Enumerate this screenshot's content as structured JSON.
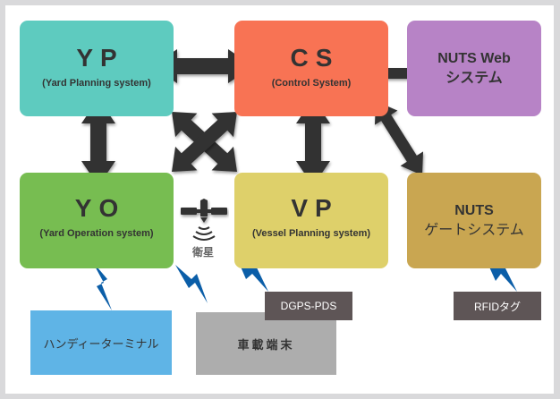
{
  "boxes": {
    "yp": {
      "title": "YP",
      "subtitle": "(Yard Planning system)",
      "color": "#5ecbbf"
    },
    "cs": {
      "title": "CS",
      "subtitle": "(Control System)",
      "color": "#f87354"
    },
    "web": {
      "line1": "NUTS Web",
      "line2": "システム",
      "color": "#b783c6"
    },
    "yo": {
      "title": "YO",
      "subtitle": "(Yard Operation system)",
      "color": "#77bd51"
    },
    "vp": {
      "title": "VP",
      "subtitle": "(Vessel Planning system)",
      "color": "#ded06a"
    },
    "gate": {
      "line1": "NUTS",
      "line2": "ゲートシステム",
      "color": "#c9a651"
    }
  },
  "devices": {
    "handy": {
      "label": "ハンディーターミナル",
      "color": "#5fb4e6"
    },
    "car": {
      "label": "車載端末",
      "color": "#adadad"
    }
  },
  "tags": {
    "dgps": "DGPS-PDS",
    "rfid": "RFIDタグ"
  },
  "satellite": {
    "label": "衛星",
    "icon": "satellite-icon"
  },
  "connections": [
    {
      "from": "YP",
      "to": "CS",
      "type": "bidirectional"
    },
    {
      "from": "CS",
      "to": "NUTS Web システム",
      "type": "bidirectional"
    },
    {
      "from": "YP",
      "to": "YO",
      "type": "bidirectional"
    },
    {
      "from": "CS",
      "to": "VP",
      "type": "bidirectional"
    },
    {
      "from": "CS",
      "to": "NUTS ゲートシステム",
      "type": "bidirectional"
    },
    {
      "from": "YP",
      "to": "VP",
      "type": "bidirectional"
    },
    {
      "from": "CS",
      "to": "YO",
      "type": "bidirectional"
    }
  ],
  "wireless_links": [
    {
      "from": "YO",
      "to": "ハンディーターミナル"
    },
    {
      "from": "YO",
      "to": "車載端末"
    },
    {
      "from": "衛星",
      "to": "DGPS-PDS"
    },
    {
      "from": "NUTS ゲートシステム",
      "to": "RFIDタグ"
    }
  ],
  "colors": {
    "arrow": "#333333",
    "lightning": "#0b5ea8",
    "frame": "#d9d9db"
  }
}
